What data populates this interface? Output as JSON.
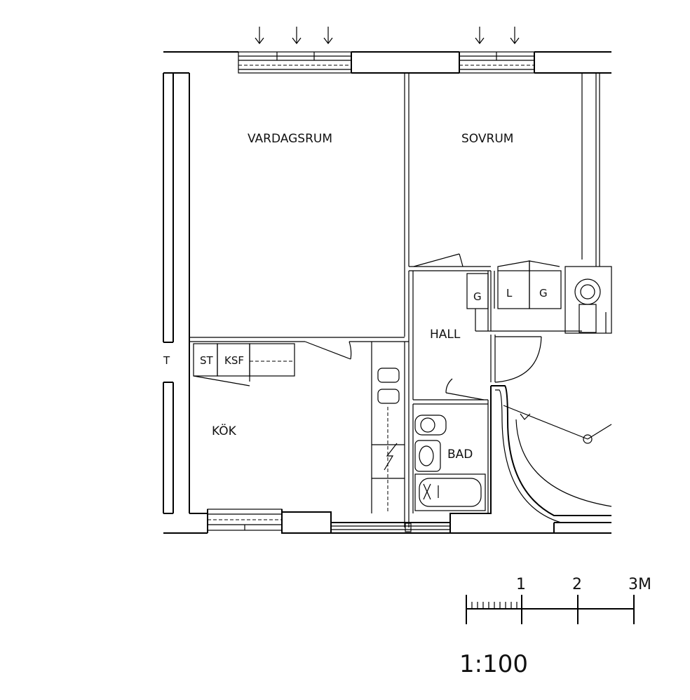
{
  "rooms": {
    "vardagsrum": "VARDAGSRUM",
    "sovrum": "SOVRUM",
    "hall": "HALL",
    "kok": "KÖK",
    "bad": "BAD"
  },
  "fixtures": {
    "st": "ST",
    "ksf": "KSF",
    "closet_g1": "G",
    "closet_l": "L",
    "closet_g2": "G",
    "cut_t": "T"
  },
  "scale_bar": {
    "ticks": [
      "1",
      "2",
      "3M"
    ],
    "ratio": "1:100"
  }
}
